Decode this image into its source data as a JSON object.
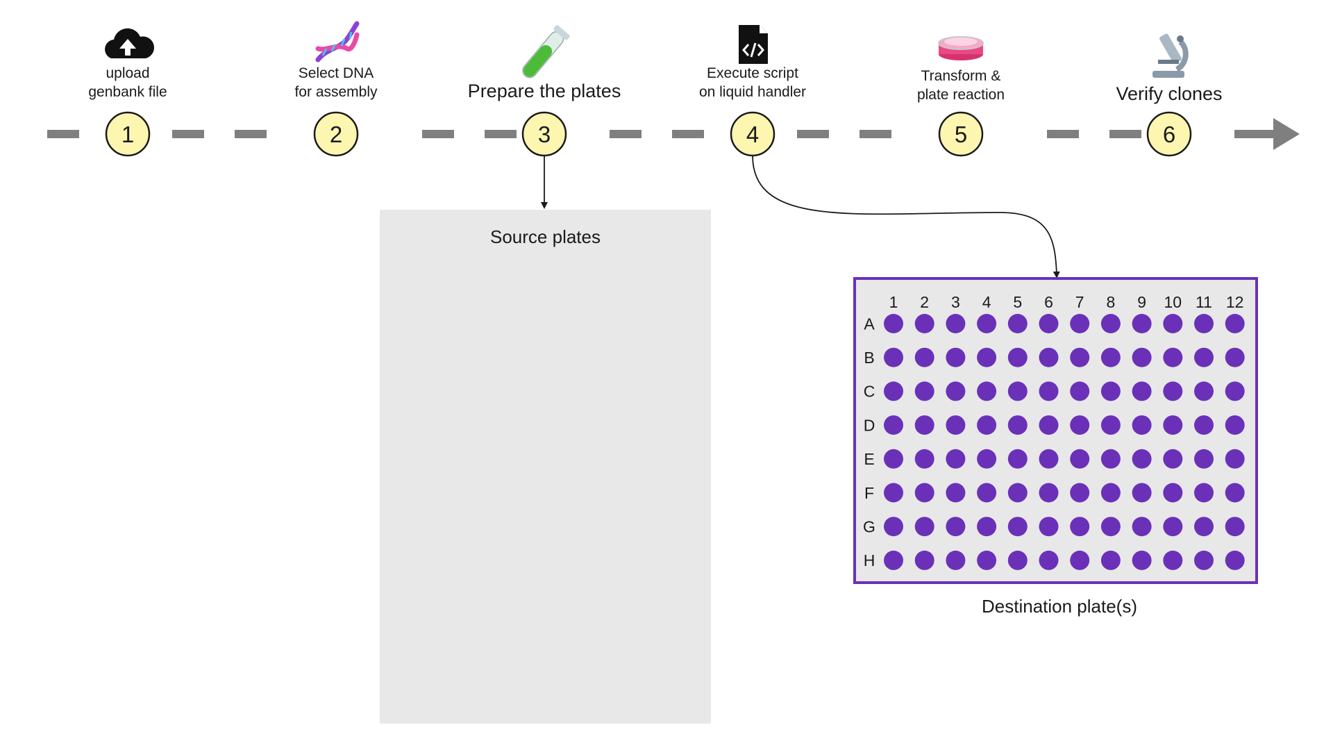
{
  "steps": [
    {
      "number": "1",
      "lines": [
        "upload",
        "genbank file"
      ],
      "icon": "cloud-upload-icon"
    },
    {
      "number": "2",
      "lines": [
        "Select DNA",
        "for assembly"
      ],
      "icon": "dna-icon"
    },
    {
      "number": "3",
      "lines": [
        "Prepare the plates"
      ],
      "icon": "test-tube-icon"
    },
    {
      "number": "4",
      "lines": [
        "Execute script",
        "on liquid handler"
      ],
      "icon": "code-file-icon"
    },
    {
      "number": "5",
      "lines": [
        "Transform &",
        "plate reaction"
      ],
      "icon": "petri-dish-icon"
    },
    {
      "number": "6",
      "lines": [
        "Verify clones"
      ],
      "icon": "microscope-icon"
    }
  ],
  "source_panel": {
    "title": "Source plates"
  },
  "destination": {
    "caption": "Destination plate(s)"
  },
  "plate": {
    "columns": [
      "1",
      "2",
      "3",
      "4",
      "5",
      "6",
      "7",
      "8",
      "9",
      "10",
      "11",
      "12"
    ],
    "rows": [
      "A",
      "B",
      "C",
      "D",
      "E",
      "F",
      "G",
      "H"
    ]
  },
  "colors": {
    "timeline": "#7f7f7f",
    "step_circle": "#fdf6b0",
    "source_plate_1": "#ec4a2c",
    "source_plate_2": "#22c9d6",
    "destination_plate": "#6a31b8",
    "panel_background": "#e8e8e8"
  }
}
